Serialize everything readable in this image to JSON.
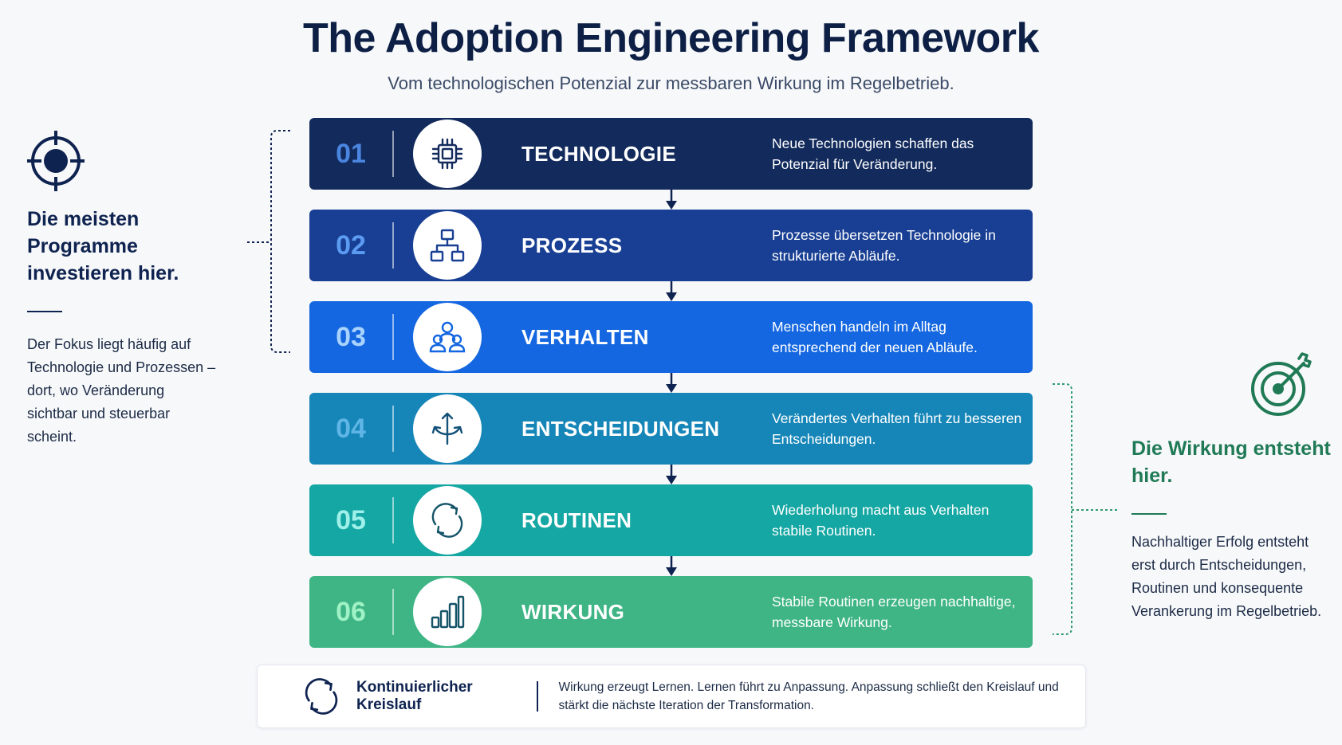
{
  "header": {
    "title": "The Adoption Engineering Framework",
    "subtitle": "Vom technologischen Potenzial zur messbaren Wirkung im Regelbetrieb."
  },
  "left_panel": {
    "icon": "crosshair-target-icon",
    "heading": "Die meisten Programme investieren hier.",
    "body": "Der Fokus liegt häufig auf Technologie und Prozessen – dort, wo Veränderung sichtbar und steuerbar scheint."
  },
  "right_panel": {
    "icon": "bullseye-arrow-icon",
    "heading": "Die Wirkung entsteht hier.",
    "body": "Nachhaltiger Erfolg entsteht erst durch Entscheidungen, Routinen und konsequente Verankerung im Regelbetrieb."
  },
  "steps": [
    {
      "number": "01",
      "label": "TECHNOLOGIE",
      "icon": "chip-icon",
      "description": "Neue Technologien schaffen das Potenzial für Veränderung.",
      "bg": "#122a5c",
      "num_color": "#4a86e0",
      "icon_color": "#122a5c"
    },
    {
      "number": "02",
      "label": "PROZESS",
      "icon": "process-flow-icon",
      "description": "Prozesse übersetzen Technologie in strukturierte Abläufe.",
      "bg": "#183f93",
      "num_color": "#5b9cf2",
      "icon_color": "#183f93"
    },
    {
      "number": "03",
      "label": "VERHALTEN",
      "icon": "people-group-icon",
      "description": "Menschen handeln im Alltag entsprechend der neuen Abläufe.",
      "bg": "#1467e0",
      "num_color": "#a9d3ff",
      "icon_color": "#1467e0"
    },
    {
      "number": "04",
      "label": "ENTSCHEIDUNGEN",
      "icon": "decision-arrows-icon",
      "description": "Verändertes Verhalten führt zu besseren Entscheidungen.",
      "bg": "#1686b8",
      "num_color": "#5fb6e6",
      "icon_color": "#14527a"
    },
    {
      "number": "05",
      "label": "ROUTINEN",
      "icon": "cycle-icon",
      "description": "Wiederholung macht aus Verhalten stabile Routinen.",
      "bg": "#15a7a3",
      "num_color": "#9ff0ea",
      "icon_color": "#155468"
    },
    {
      "number": "06",
      "label": "WIRKUNG",
      "icon": "bar-chart-icon",
      "description": "Stabile Routinen erzeugen nachhaltige, messbare Wirkung.",
      "bg": "#3fb585",
      "num_color": "#9ff2c6",
      "icon_color": "#155468"
    }
  ],
  "loop": {
    "icon": "cycle-icon",
    "title": "Kontinuierlicher Kreislauf",
    "text": "Wirkung erzeugt Lernen. Lernen führt zu Anpassung. Anpassung schließt den Kreislauf und stärkt die nächste Iteration der Transformation."
  }
}
